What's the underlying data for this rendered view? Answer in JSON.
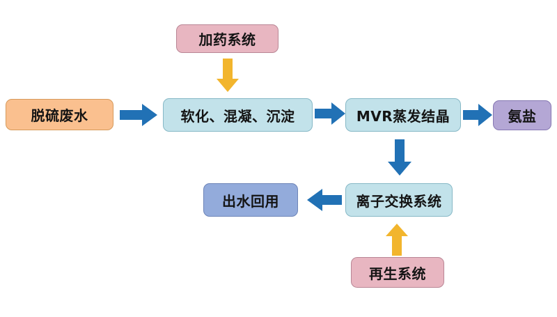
{
  "diagram": {
    "description": "Desulfurization wastewater treatment process flowchart"
  },
  "palette": {
    "arrow_blue": "#2171b5",
    "arrow_yellow": "#f2b52d",
    "box_pink": "#e8b6c1",
    "box_orange": "#fac08f",
    "box_cyan": "#c2e2ea",
    "box_purple": "#b4a7d5",
    "box_blue": "#93abdb"
  },
  "nodes": {
    "dosing": {
      "label": "加药系统"
    },
    "wastewater": {
      "label": "脱硫废水"
    },
    "softening": {
      "label": "软化、混凝、沉淀"
    },
    "mvr": {
      "label": "MVR蒸发结晶"
    },
    "ammonium_salt": {
      "label": "氨盐"
    },
    "ion_exchange": {
      "label": "离子交换系统"
    },
    "effluent_reuse": {
      "label": "出水回用"
    },
    "regeneration": {
      "label": "再生系统"
    }
  },
  "edges": [
    {
      "from": "dosing",
      "to": "softening",
      "color_key": "arrow_yellow",
      "direction": "down"
    },
    {
      "from": "wastewater",
      "to": "softening",
      "color_key": "arrow_blue",
      "direction": "right"
    },
    {
      "from": "softening",
      "to": "mvr",
      "color_key": "arrow_blue",
      "direction": "right"
    },
    {
      "from": "mvr",
      "to": "ammonium_salt",
      "color_key": "arrow_blue",
      "direction": "right"
    },
    {
      "from": "mvr",
      "to": "ion_exchange",
      "color_key": "arrow_blue",
      "direction": "down"
    },
    {
      "from": "ion_exchange",
      "to": "effluent_reuse",
      "color_key": "arrow_blue",
      "direction": "left"
    },
    {
      "from": "regeneration",
      "to": "ion_exchange",
      "color_key": "arrow_yellow",
      "direction": "up"
    }
  ]
}
